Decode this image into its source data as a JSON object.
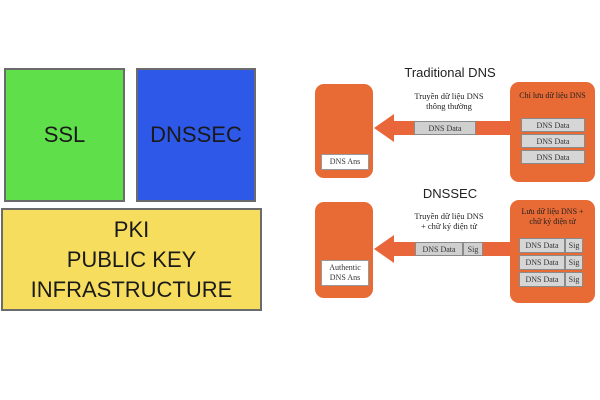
{
  "left_stack": {
    "ssl": "SSL",
    "dnssec": "DNSSEC",
    "pki_lines": [
      "PKI",
      "PUBLIC KEY",
      "INFRASTRUCTURE"
    ]
  },
  "traditional": {
    "title": "Traditional DNS",
    "caption_lines": [
      "Truyền dữ liệu DNS",
      "thông thường"
    ],
    "packet_label": "DNS Data",
    "client_label": "DNS Ans",
    "store_title": "Chỉ lưu dữ liệu DNS",
    "store_rows": [
      "DNS Data",
      "DNS Data",
      "DNS Data"
    ]
  },
  "dnssec": {
    "title": "DNSSEC",
    "caption_lines": [
      "Truyền dữ liệu DNS",
      "+ chữ ký điện tử"
    ],
    "packet_data": "DNS Data",
    "packet_sig": "Sig",
    "client_label_lines": [
      "Authentic",
      "DNS Ans"
    ],
    "store_title_lines": [
      "Lưu dữ liệu DNS +",
      "chữ ký điện tử"
    ],
    "store_rows": [
      {
        "data": "DNS Data",
        "sig": "Sig"
      },
      {
        "data": "DNS Data",
        "sig": "Sig"
      },
      {
        "data": "DNS Data",
        "sig": "Sig"
      }
    ]
  },
  "colors": {
    "ssl": "#5fe04a",
    "dnssec": "#2e58e8",
    "pki": "#f7dd5e",
    "node": "#e86a35",
    "arrow": "#e8663a"
  }
}
